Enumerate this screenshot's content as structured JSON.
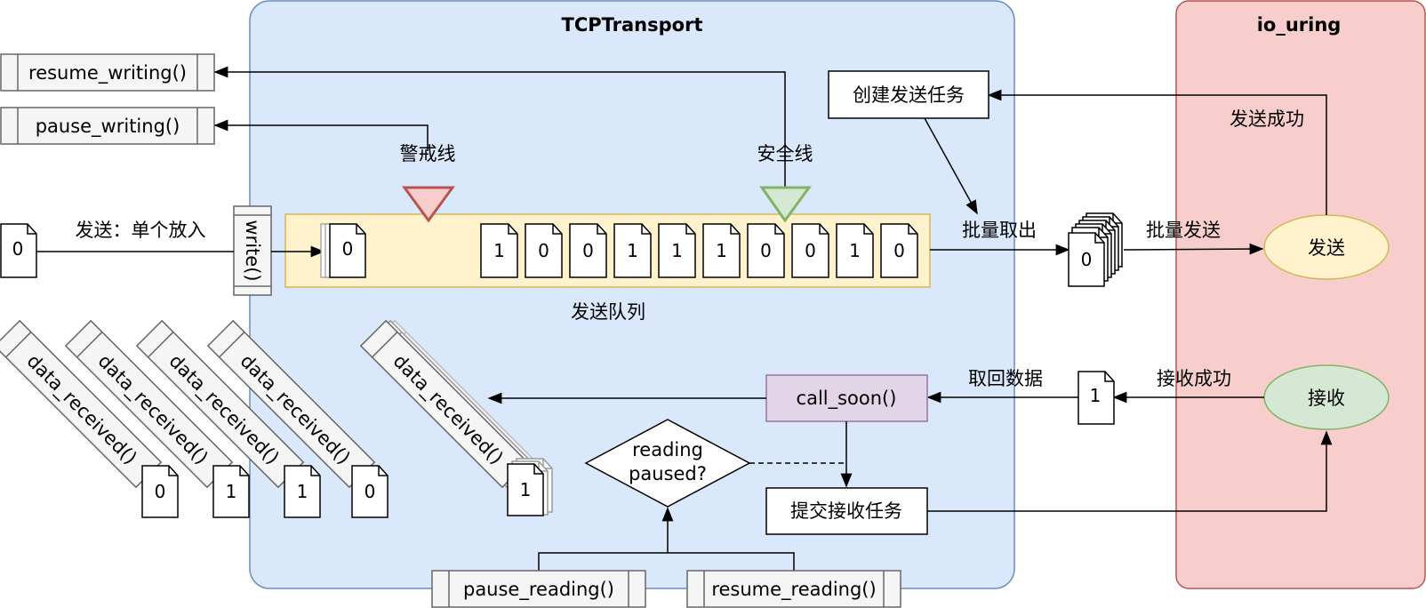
{
  "containers": {
    "tcp_transport": {
      "title": "TCPTransport",
      "fill": "#dae8fc",
      "stroke": "#6c8ebf"
    },
    "io_uring": {
      "title": "io_uring",
      "fill": "#f8cecc",
      "stroke": "#b85450"
    }
  },
  "left_methods": {
    "resume_writing": "resume_writing()",
    "pause_writing": "pause_writing()",
    "write": "write()"
  },
  "bottom_methods": {
    "pause_reading": "pause_reading()",
    "resume_reading": "resume_reading()"
  },
  "labels": {
    "send_single": "发送：单个放入",
    "warning_line": "警戒线",
    "safety_line": "安全线",
    "send_queue": "发送队列",
    "batch_take": "批量取出",
    "batch_send": "批量发送",
    "send_success": "发送成功",
    "receive_success": "接收成功",
    "fetch_data": "取回数据"
  },
  "boxes": {
    "create_send_task": "创建发送任务",
    "call_soon": "call_soon()",
    "submit_receive_task": "提交接收任务",
    "reading_paused_1": "reading",
    "reading_paused_2": "paused?"
  },
  "ellipses": {
    "send": "发送",
    "receive": "接收"
  },
  "queue": {
    "first_doc": "0",
    "docs": [
      "1",
      "0",
      "0",
      "1",
      "1",
      "1",
      "0",
      "0",
      "1",
      "0"
    ]
  },
  "docs": {
    "input_doc": "0",
    "batch_doc": "0",
    "received_doc": "1"
  },
  "data_received": {
    "label": "data_received()",
    "values": [
      "0",
      "1",
      "1",
      "0",
      "1"
    ]
  },
  "colors": {
    "queue_fill": "#fff2cc",
    "queue_stroke": "#d6b656",
    "warning_fill": "#f8cecc",
    "warning_stroke": "#b85450",
    "safety_fill": "#d5e8d4",
    "safety_stroke": "#82b366",
    "call_soon_fill": "#e1d5e7",
    "call_soon_stroke": "#9673a6",
    "send_fill": "#fff2cc",
    "send_stroke": "#d6b656",
    "receive_fill": "#d5e8d4",
    "receive_stroke": "#82b366",
    "method_fill": "#f5f5f5",
    "method_stroke": "#666666"
  }
}
